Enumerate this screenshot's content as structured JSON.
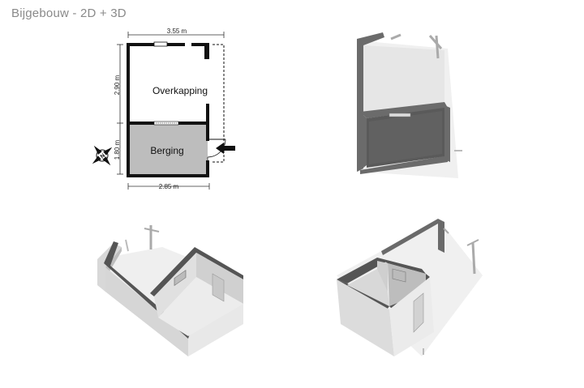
{
  "page": {
    "title": "Bijgebouw - 2D + 3D"
  },
  "floorplan": {
    "rooms": {
      "overkapping": "Overkapping",
      "berging": "Berging"
    },
    "dimensions": {
      "top_width": "3.55 m",
      "bottom_width": "2.85 m",
      "upper_height": "2.90 m",
      "lower_height": "1.80 m"
    },
    "compass_label": "N"
  },
  "colors": {
    "wall": "#111111",
    "berging_fill": "#bdbdbd",
    "title": "#8a8a8a",
    "model_wall_dark": "#555555",
    "model_floor": "#ececec"
  }
}
